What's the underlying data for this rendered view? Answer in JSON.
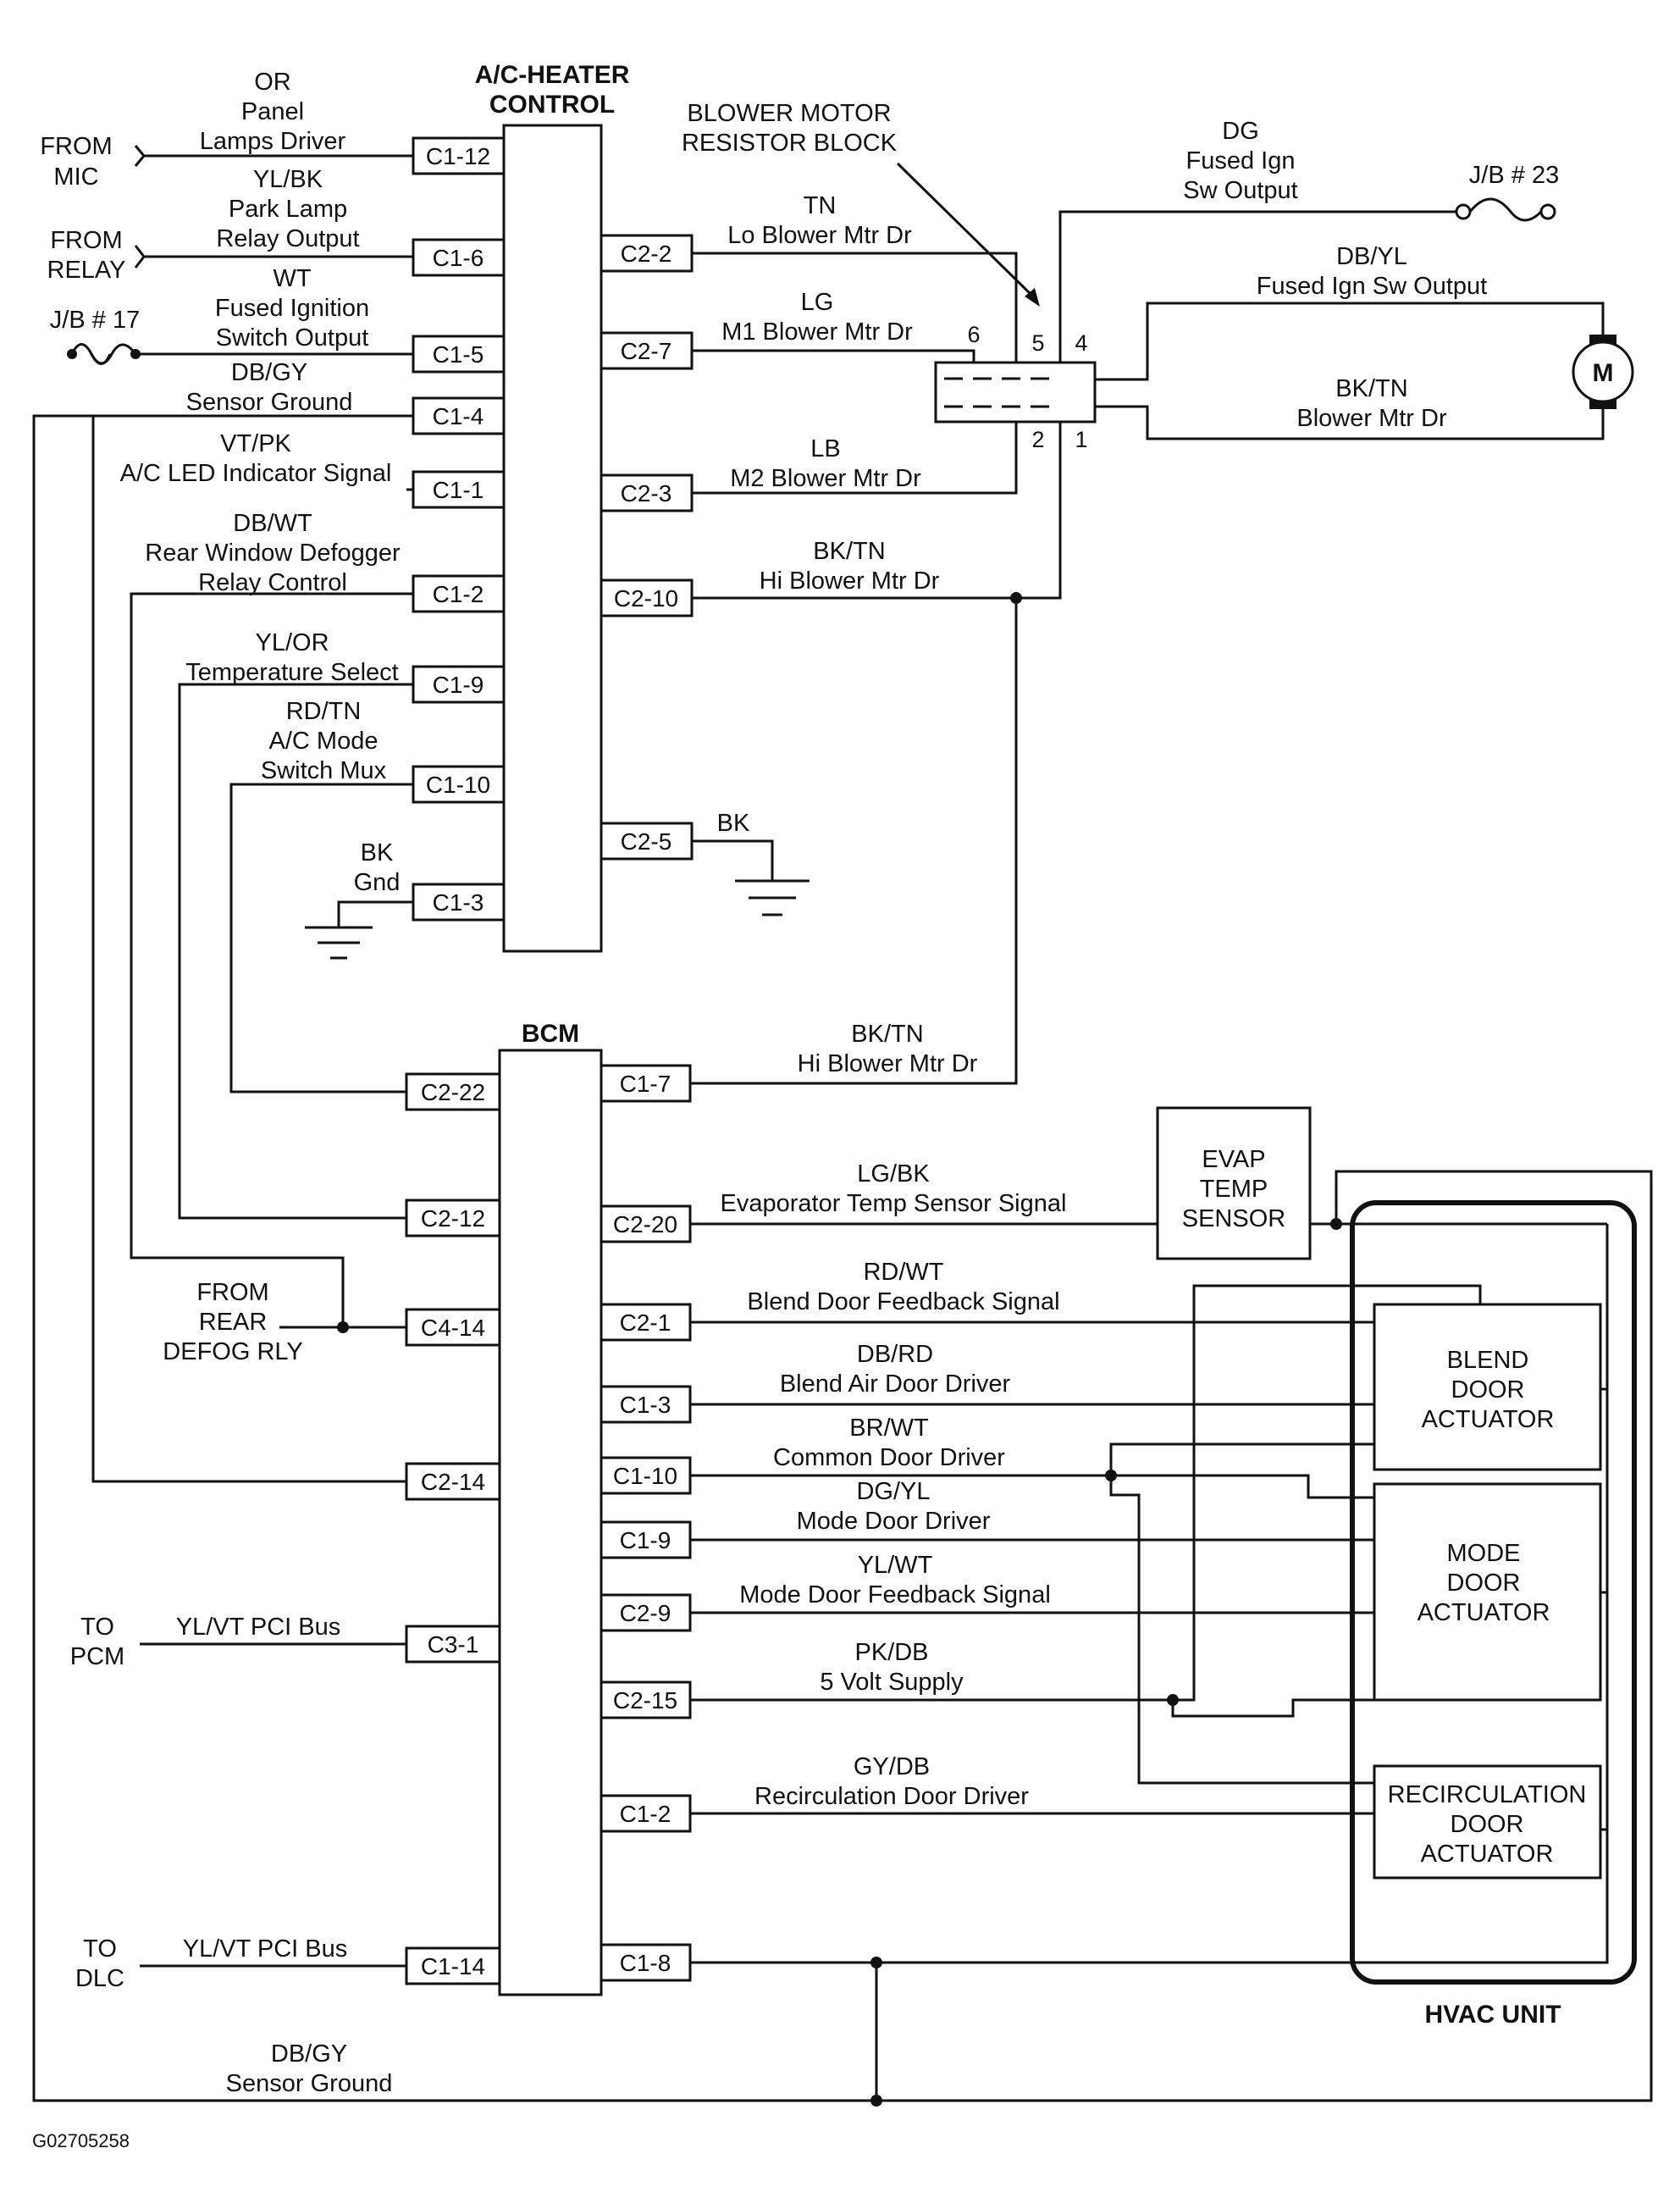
{
  "image_code": "G02705258",
  "modules": {
    "ac_heater_control": [
      "A/C-HEATER",
      "CONTROL"
    ],
    "bcm": "BCM",
    "blower_resistor": [
      "BLOWER MOTOR",
      "RESISTOR BLOCK"
    ],
    "evap_sensor": [
      "EVAP",
      "TEMP",
      "SENSOR"
    ],
    "blend_actuator": [
      "BLEND",
      "DOOR",
      "ACTUATOR"
    ],
    "mode_actuator": [
      "MODE",
      "DOOR",
      "ACTUATOR"
    ],
    "recirc_actuator": [
      "RECIRCULATION",
      "DOOR",
      "ACTUATOR"
    ],
    "hvac_unit": "HVAC UNIT",
    "motor": "M"
  },
  "sources": {
    "from_mic": [
      "FROM",
      "MIC"
    ],
    "from_relay": [
      "FROM",
      "RELAY"
    ],
    "jb17": "J/B # 17",
    "jb23": "J/B # 23",
    "from_rear_defog": [
      "FROM",
      "REAR",
      "DEFOG RLY"
    ],
    "to_pcm": [
      "TO",
      "PCM"
    ],
    "to_dlc": [
      "TO",
      "DLC"
    ]
  },
  "resistor_pins": [
    "6",
    "5",
    "4",
    "2",
    "1"
  ],
  "ac_left_pins": [
    "C1-12",
    "C1-6",
    "C1-5",
    "C1-4",
    "C1-1",
    "C1-2",
    "C1-9",
    "C1-10",
    "C1-3"
  ],
  "ac_right_pins": [
    "C2-2",
    "C2-7",
    "C2-3",
    "C2-10",
    "C2-5"
  ],
  "bcm_left_pins": [
    "C2-22",
    "C2-12",
    "C4-14",
    "C2-14",
    "C3-1",
    "C1-14"
  ],
  "bcm_right_pins": [
    "C1-7",
    "C2-20",
    "C2-1",
    "C1-3",
    "C1-10",
    "C1-9",
    "C2-9",
    "C2-15",
    "C1-2",
    "C1-8"
  ],
  "wires": {
    "c1_12": [
      "OR",
      "Panel",
      "Lamps Driver"
    ],
    "c1_6": [
      "YL/BK",
      "Park Lamp",
      "Relay Output"
    ],
    "c1_5": [
      "WT",
      "Fused Ignition",
      "Switch Output"
    ],
    "c1_4": [
      "DB/GY",
      "Sensor Ground"
    ],
    "c1_1": [
      "VT/PK",
      "A/C LED Indicator Signal"
    ],
    "c1_2": [
      "DB/WT",
      "Rear Window Defogger",
      "Relay Control"
    ],
    "c1_9": [
      "YL/OR",
      "Temperature Select"
    ],
    "c1_10": [
      "RD/TN",
      "A/C Mode",
      "Switch Mux"
    ],
    "c1_3": [
      "BK",
      "Gnd"
    ],
    "c2_2": [
      "TN",
      "Lo Blower Mtr Dr"
    ],
    "c2_7": [
      "LG",
      "M1 Blower Mtr Dr"
    ],
    "c2_3": [
      "LB",
      "M2 Blower Mtr Dr"
    ],
    "c2_10": [
      "BK/TN",
      "Hi Blower Mtr Dr"
    ],
    "c2_5": "BK",
    "dg": [
      "DG",
      "Fused Ign",
      "Sw Output"
    ],
    "dbyl": [
      "DB/YL",
      "Fused Ign Sw Output"
    ],
    "bktn_motor": [
      "BK/TN",
      "Blower Mtr Dr"
    ],
    "bcm_c1_7": [
      "BK/TN",
      "Hi Blower Mtr Dr"
    ],
    "bcm_c2_20": [
      "LG/BK",
      "Evaporator Temp Sensor Signal"
    ],
    "bcm_c2_1": [
      "RD/WT",
      "Blend Door Feedback Signal"
    ],
    "bcm_c1_3": [
      "DB/RD",
      "Blend Air Door Driver"
    ],
    "bcm_c1_10": [
      "BR/WT",
      "Common Door Driver"
    ],
    "bcm_c1_9": [
      "DG/YL",
      "Mode Door Driver"
    ],
    "bcm_c2_9": [
      "YL/WT",
      "Mode Door Feedback Signal"
    ],
    "bcm_c2_15": [
      "PK/DB",
      "5 Volt Supply"
    ],
    "bcm_c1_2": [
      "GY/DB",
      "Recirculation Door Driver"
    ],
    "pci_pcm": "YL/VT PCI Bus",
    "pci_dlc": "YL/VT PCI Bus",
    "sensor_ground_bottom": [
      "DB/GY",
      "Sensor Ground"
    ]
  }
}
